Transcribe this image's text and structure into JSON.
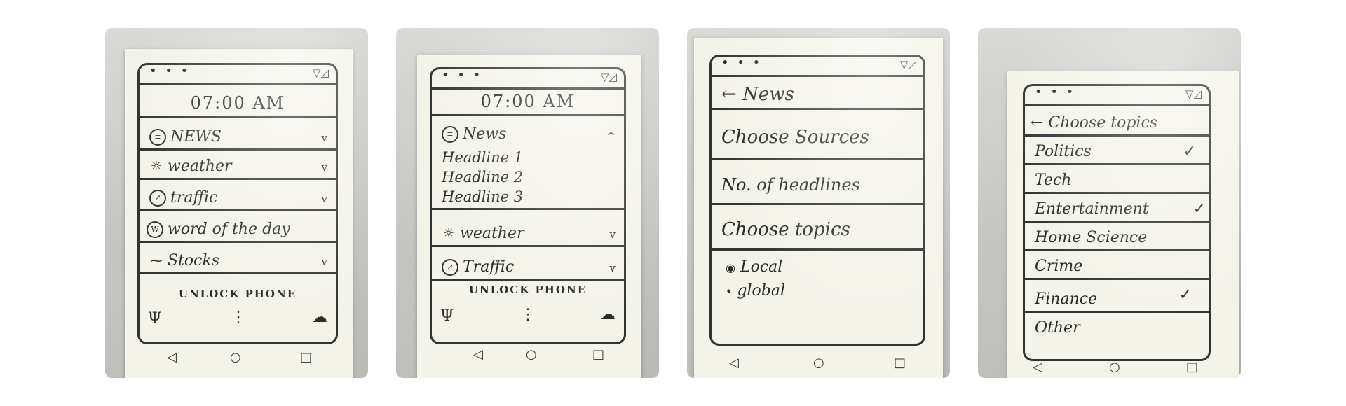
{
  "panels": [
    {
      "clock": "07:00 AM",
      "rows": [
        {
          "icon": "news-icon",
          "glyph": "≡",
          "label": "NEWS",
          "chevron": "v"
        },
        {
          "icon": "sun-icon",
          "glyph": "☼",
          "label": "weather",
          "chevron": "v"
        },
        {
          "icon": "traffic-icon",
          "glyph": "↗",
          "label": "traffic",
          "chevron": "v"
        },
        {
          "icon": "word-icon",
          "glyph": "W",
          "label": "word of the day",
          "chevron": ""
        },
        {
          "icon": "stocks-icon",
          "glyph": "⁓",
          "label": "Stocks",
          "chevron": "v"
        }
      ],
      "unlock": "UNLOCK PHONE"
    },
    {
      "clock": "07:00 AM",
      "news_label": "News",
      "news_chevron": "^",
      "headlines": [
        "Headline 1",
        "Headline 2",
        "Headline 3"
      ],
      "weather_label": "weather",
      "traffic_label": "Traffic",
      "chevron": "v",
      "unlock": "UNLOCK PHONE"
    },
    {
      "back": "←",
      "title": "News",
      "rows": [
        "Choose Sources",
        "No. of headlines",
        "Choose topics"
      ],
      "scope": [
        "Local",
        "global"
      ]
    },
    {
      "back": "←",
      "title": "Choose topics",
      "topics": [
        {
          "label": "Politics",
          "check": "✓"
        },
        {
          "label": "Tech",
          "check": ""
        },
        {
          "label": "Entertainment",
          "check": "✓"
        },
        {
          "label": "Home Science",
          "check": ""
        },
        {
          "label": "Crime",
          "check": ""
        },
        {
          "label": "Finance",
          "check": "✓"
        },
        {
          "label": "Other",
          "check": ""
        }
      ]
    }
  ],
  "nav": {
    "back": "◁",
    "home": "○",
    "recent": "□"
  },
  "status": {
    "dots": "• • •",
    "signal": "▽◿"
  },
  "bottom_icons": {
    "mic": "Ψ",
    "menu": "⋮",
    "weather": "☁"
  }
}
